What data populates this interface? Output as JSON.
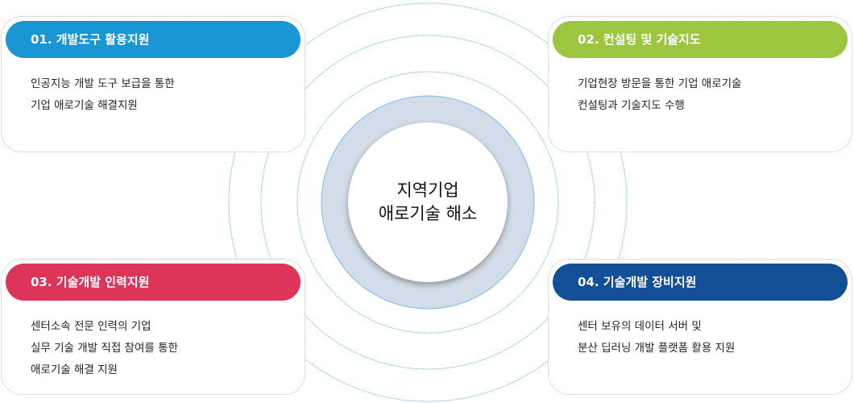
{
  "center": {
    "line1": "지역기업",
    "line2": "애로기술 해소"
  },
  "cards": [
    {
      "title": "01. 개발도구 활용지원",
      "color": "#1a96d4",
      "lines": [
        "인공지능 개발 도구 보급을 통한",
        "기업 애로기술 해결지원"
      ]
    },
    {
      "title": "02. 컨설팅 및 기술지도",
      "color": "#9cc63f",
      "lines": [
        "기업현장 방문을 통한 기업 애로기술",
        "컨설팅과 기술지도 수행"
      ]
    },
    {
      "title": "03. 기술개발 인력지원",
      "color": "#dd3459",
      "lines": [
        "센터소속 전문 인력의 기업",
        "실무 기술 개발 직접 참여를 통한",
        "애로기술 해결 지원"
      ]
    },
    {
      "title": "04. 기술개발 장비지원",
      "color": "#134f97",
      "lines": [
        "센터 보유의 데이터 서버 및",
        "분산 딥러닝 개발 플랫폼 활용 지원"
      ]
    }
  ]
}
